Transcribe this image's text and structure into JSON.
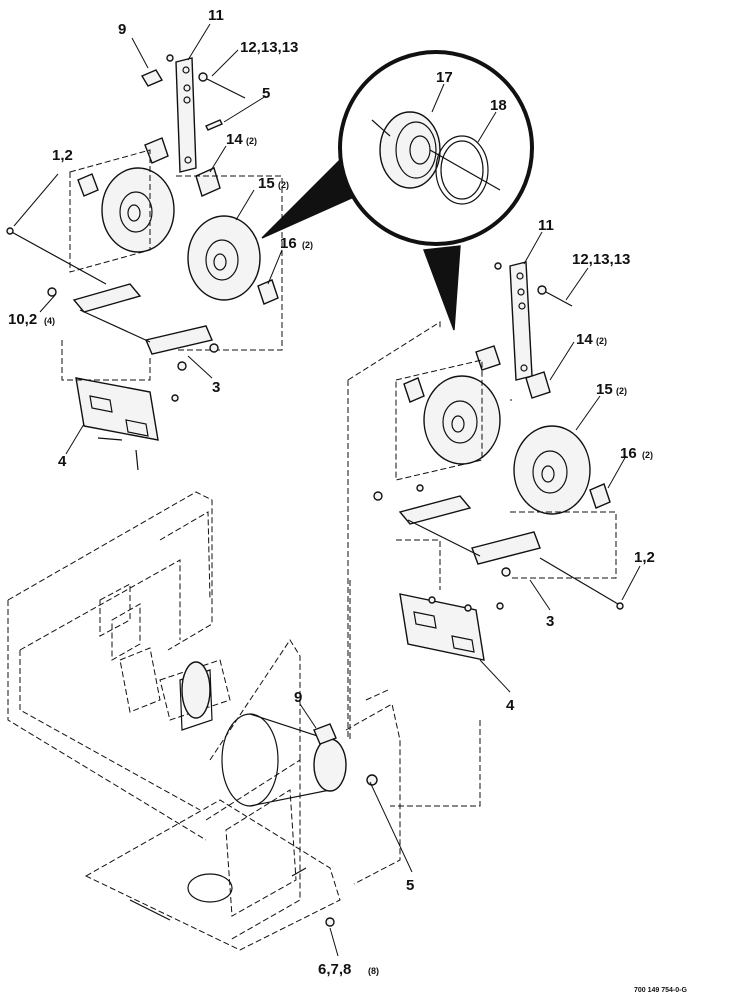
{
  "callouts": {
    "top_9": "9",
    "top_11": "11",
    "top_12_13_13": "12,13,13",
    "top_5": "5",
    "top_14": "14",
    "top_14_qty": "(2)",
    "top_1_2": "1,2",
    "top_15": "15",
    "top_15_qty": "(2)",
    "top_16": "16",
    "top_16_qty": "(2)",
    "top_10_2": "10,2",
    "top_10_2_qty": "(4)",
    "top_3": "3",
    "top_4": "4",
    "detail_17": "17",
    "detail_18": "18",
    "right_11": "11",
    "right_12_13_13": "12,13,13",
    "right_14": "14",
    "right_14_qty": "(2)",
    "right_15": "15",
    "right_15_qty": "(2)",
    "right_16": "16",
    "right_16_qty": "(2)",
    "right_1_2": "1,2",
    "right_3": "3",
    "right_4": "4",
    "bottom_9": "9",
    "bottom_5": "5",
    "bottom_6_7_8": "6,7,8",
    "bottom_6_7_8_qty": "(8)"
  },
  "drawing_code": "700 149 754-0-G"
}
